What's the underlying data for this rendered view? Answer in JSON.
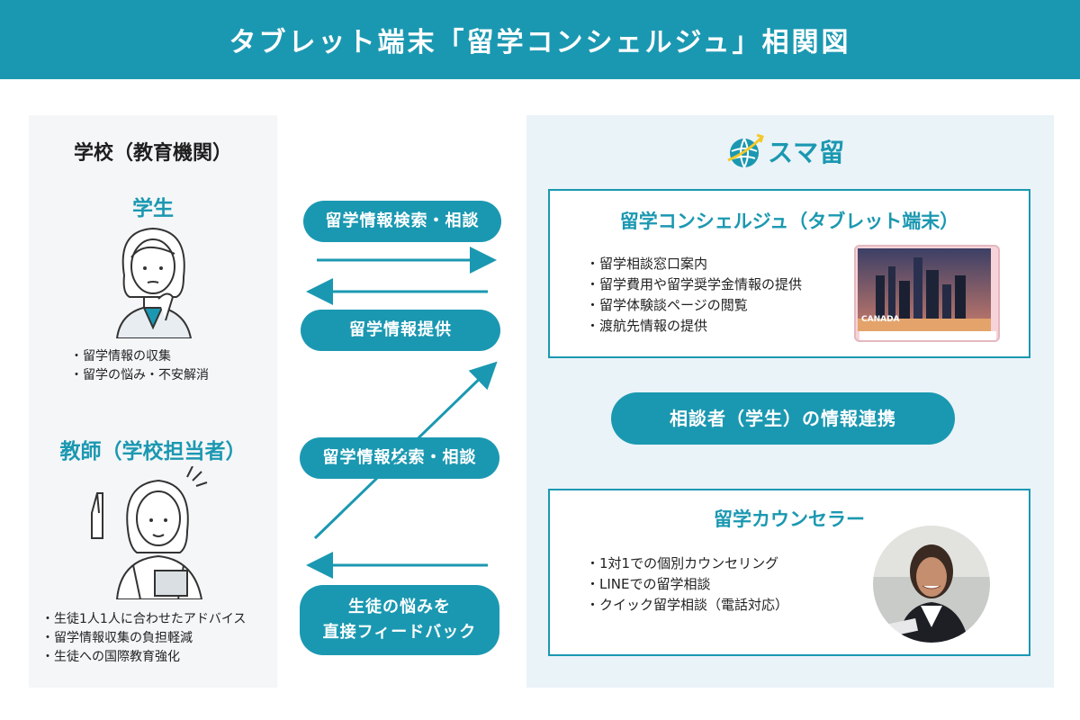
{
  "header": {
    "title": "タブレット端末「留学コンシェルジュ」相関図"
  },
  "left": {
    "school_title": "学校（教育機関）",
    "student": {
      "title": "学生",
      "bullets": [
        "・留学情報の収集",
        "・留学の悩み・不安解消"
      ]
    },
    "teacher": {
      "title": "教師（学校担当者）",
      "bullets": [
        "・生徒1人1人に合わせたアドバイス",
        "・留学情報収集の負担軽減",
        "・生徒への国際教育強化"
      ]
    }
  },
  "flows": {
    "pill1": "留学情報検索・相談",
    "pill2": "留学情報提供",
    "pill3": "留学情報検索・相談",
    "pill4_line1": "生徒の悩みを",
    "pill4_line2": "直接フィードバック"
  },
  "right": {
    "logo_text": "スマ留",
    "concierge": {
      "title": "留学コンシェルジュ（タブレット端末）",
      "bullets": [
        "・留学相談窓口案内",
        "・留学費用や留学奨学金情報の提供",
        "・留学体験談ページの閲覧",
        "・渡航先情報の提供"
      ],
      "tablet_caption": "CANADA"
    },
    "link_pill": "相談者（学生）の情報連携",
    "counselor": {
      "title": "留学カウンセラー",
      "bullets": [
        "・1対1での個別カウンセリング",
        "・LINEでの留学相談",
        "・クイック留学相談（電話対応）"
      ]
    }
  },
  "colors": {
    "accent": "#1b98b1",
    "left_bg": "#f4f6f8",
    "right_bg": "#eaf3f8",
    "logo_yellow": "#f3c92a"
  }
}
